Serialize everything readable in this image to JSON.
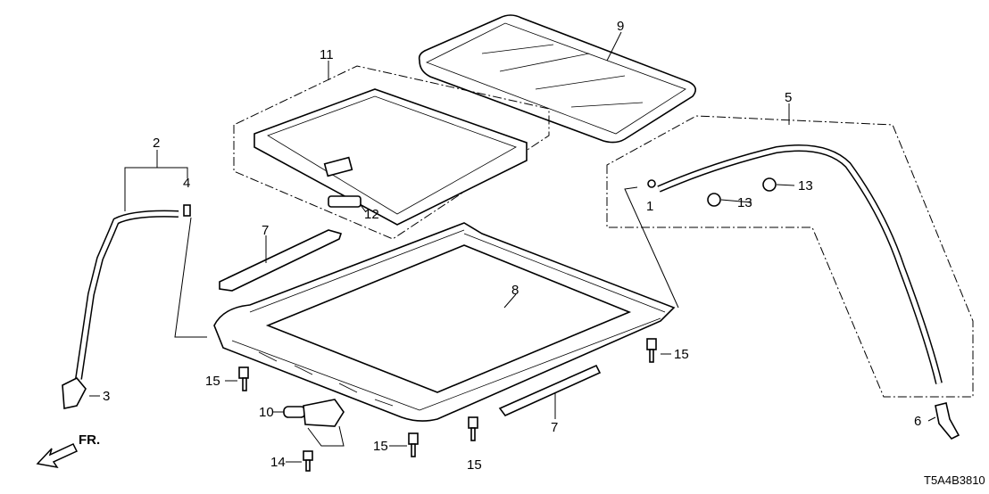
{
  "diagram": {
    "callouts": {
      "glass": "9",
      "shade_frame": "11",
      "drain_tube_rear": "5",
      "drain_tube_front": "2",
      "clip_4": "4",
      "shade_handle": "12",
      "clip_1": "1",
      "grommet_a": "13",
      "grommet_b": "13",
      "seal_left": "7",
      "seal_right": "7",
      "frame": "8",
      "bolt_a": "15",
      "bolt_b": "15",
      "bolt_c": "15",
      "bolt_d": "15",
      "elbow": "3",
      "motor": "10",
      "screw": "14",
      "end_clip": "6"
    },
    "front_arrow": "FR.",
    "diagram_code": "T5A4B3810"
  }
}
